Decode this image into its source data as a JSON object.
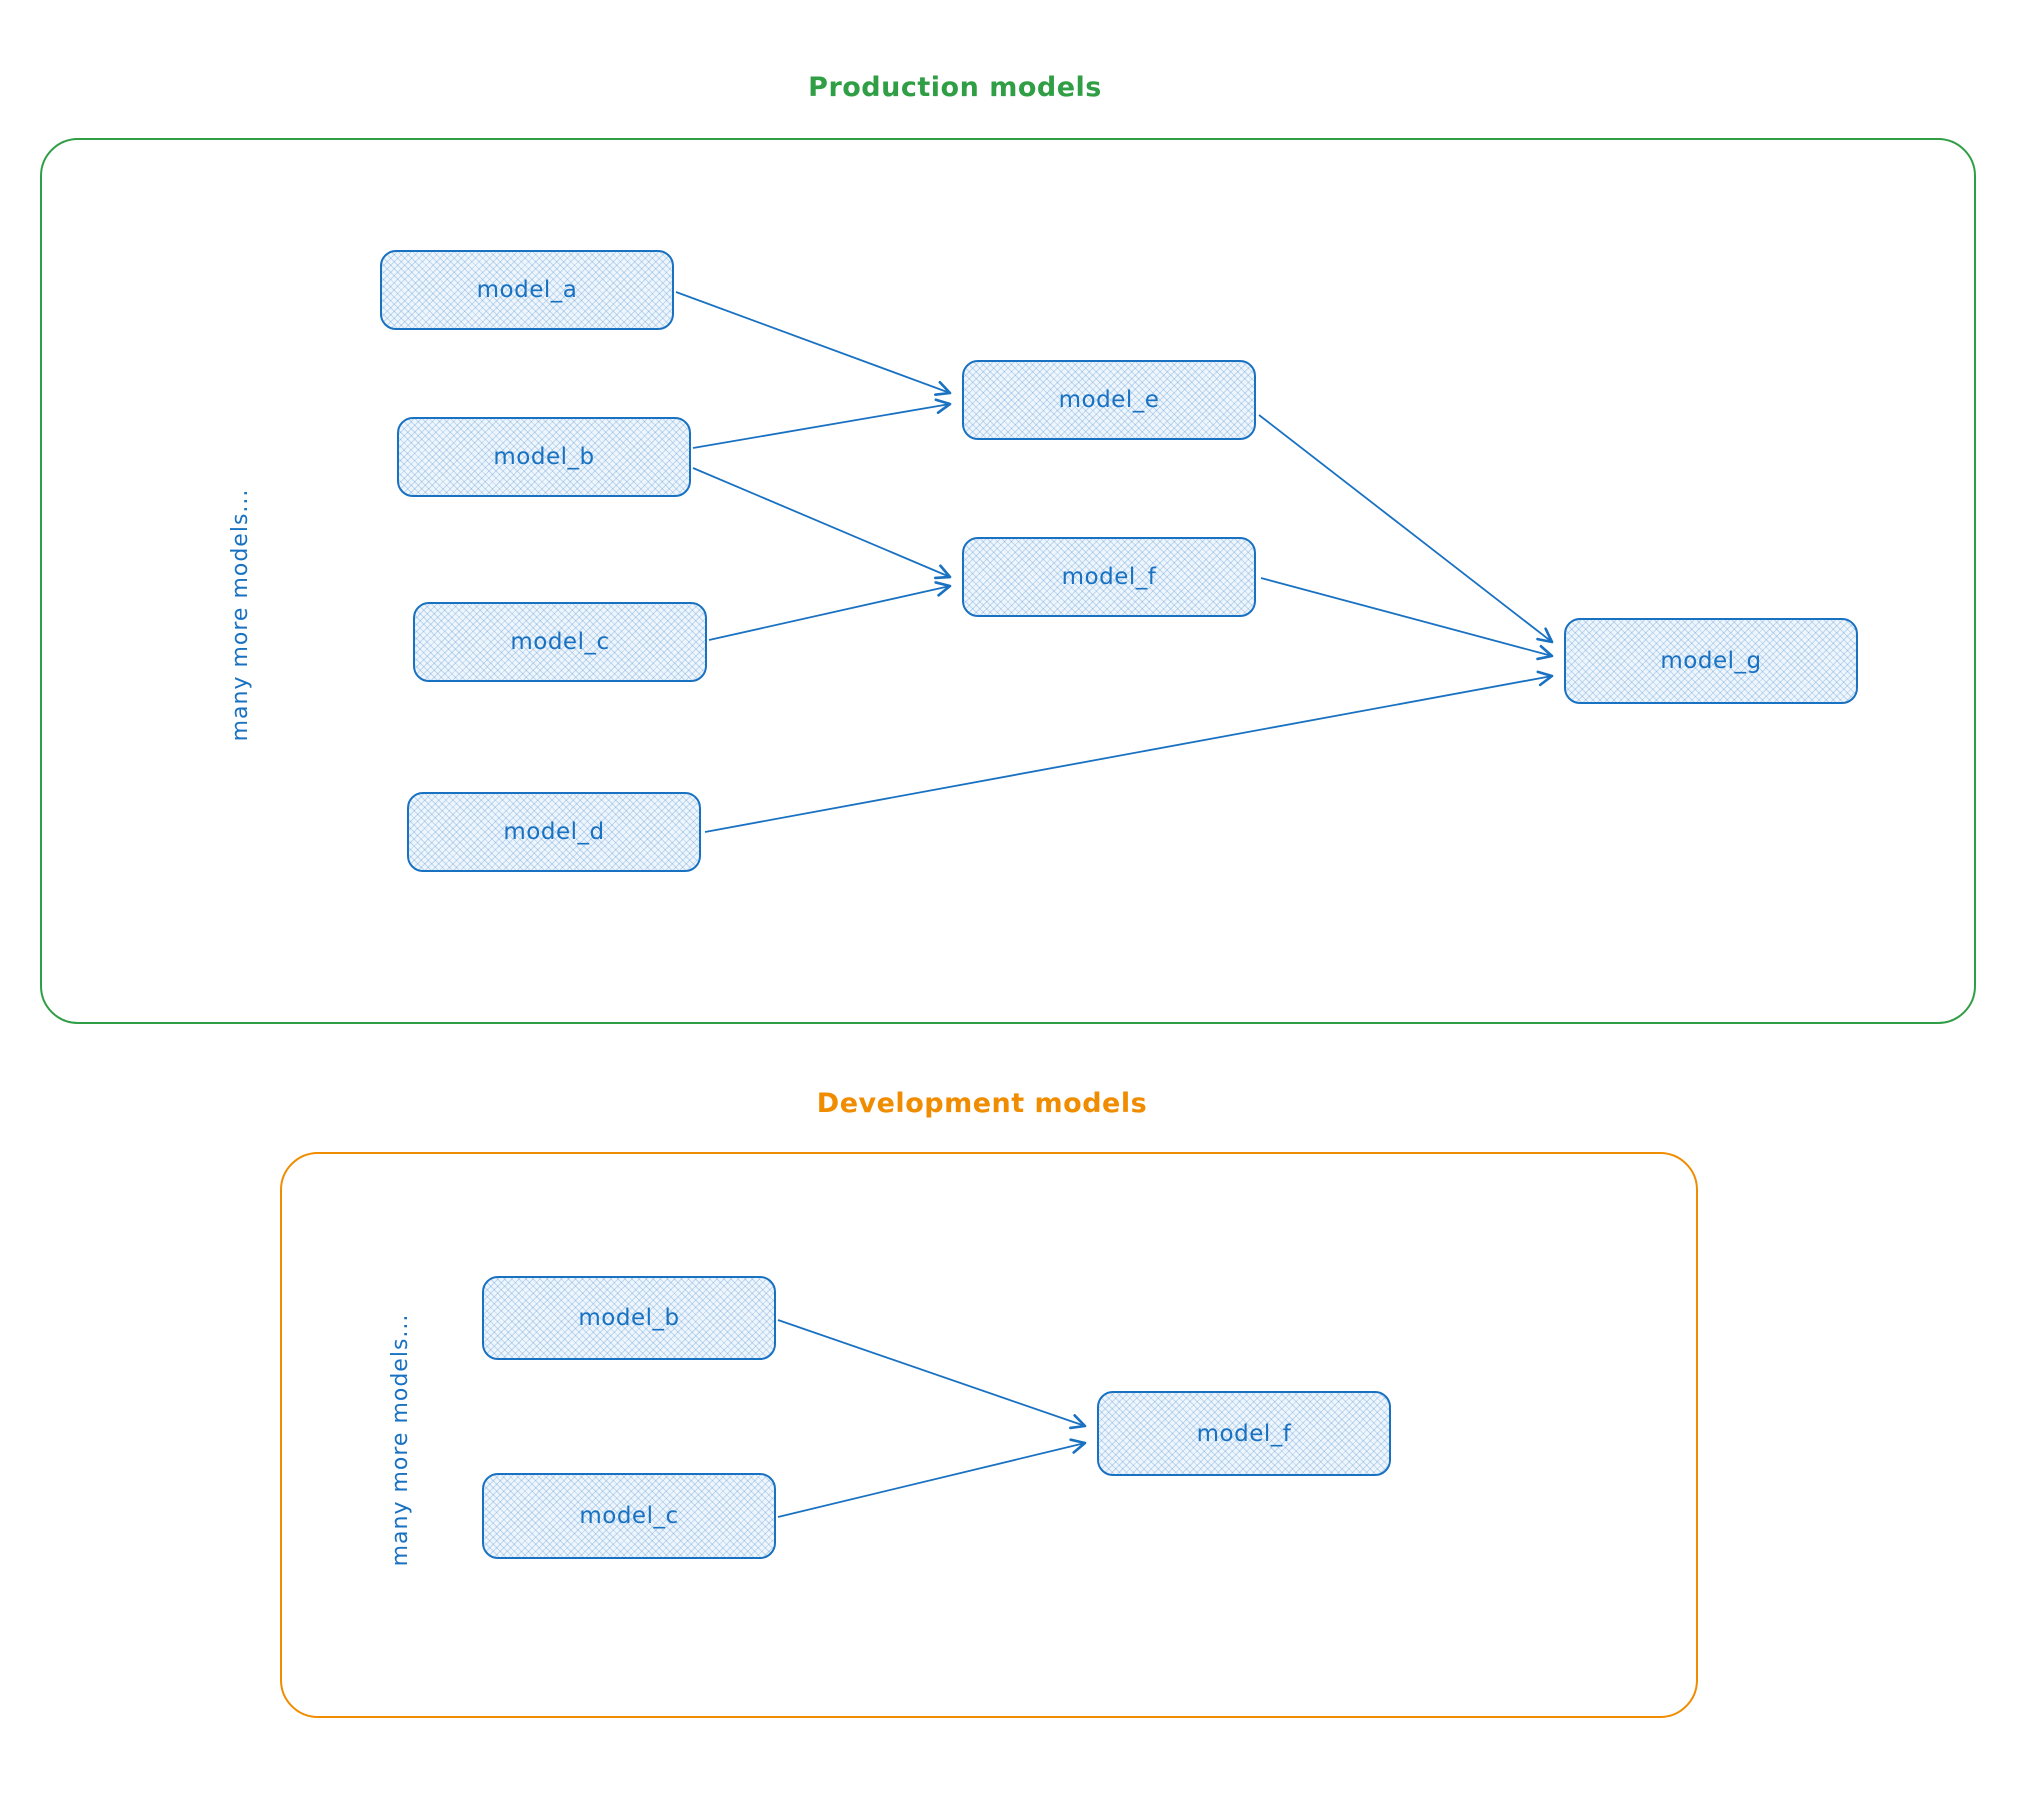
{
  "production": {
    "title": "Production models",
    "side_label": "many more models...",
    "nodes": {
      "a": "model_a",
      "b": "model_b",
      "c": "model_c",
      "d": "model_d",
      "e": "model_e",
      "f": "model_f",
      "g": "model_g"
    }
  },
  "development": {
    "title": "Development models",
    "side_label": "many more models...",
    "nodes": {
      "b": "model_b",
      "c": "model_c",
      "f": "model_f"
    }
  },
  "colors": {
    "production_accent": "#2f9e44",
    "development_accent": "#f08c00",
    "node_stroke": "#1971c2",
    "node_fill": "#eef5fc",
    "node_text": "#1971c2",
    "edge": "#1971c2"
  }
}
